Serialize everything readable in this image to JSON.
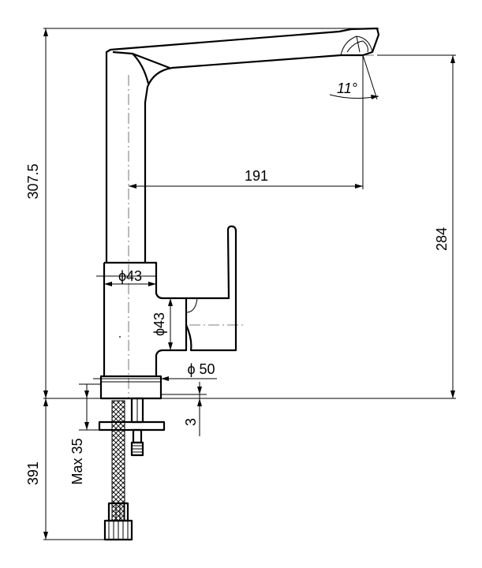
{
  "drawing": {
    "subject": "kitchen mixer tap technical drawing",
    "colors": {
      "line": "#000000",
      "background": "#ffffff",
      "centerline": "#555555"
    },
    "dimensions": {
      "total_height_above_deck": "307.5",
      "spout_outlet_height": "284",
      "spout_reach": "191",
      "spout_angle": "11°",
      "body_diameter_top": "ϕ43",
      "body_diameter_side": "ϕ43",
      "base_diameter": "ϕ 50",
      "base_plate_thickness": "3",
      "max_deck_thickness": "Max 35",
      "hose_length": "391"
    }
  }
}
